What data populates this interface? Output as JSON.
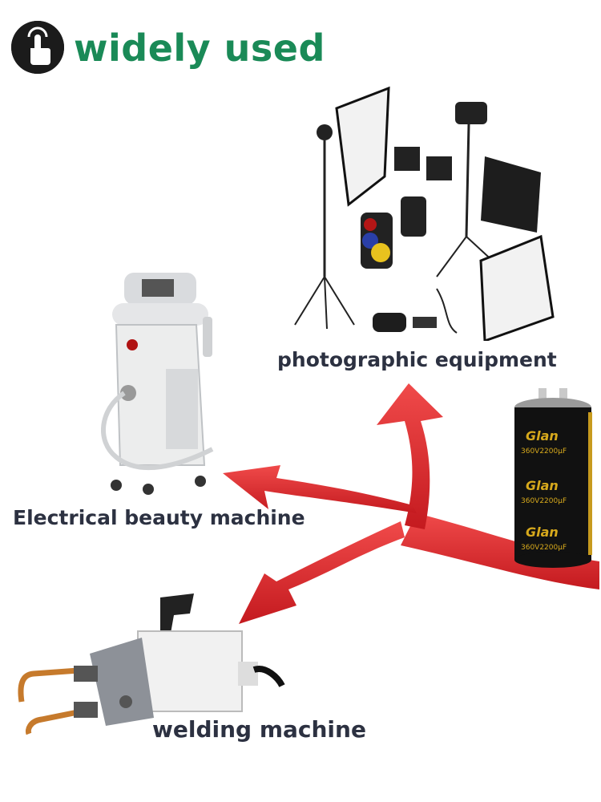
{
  "header": {
    "title": "widely used",
    "icon": "tap-hand-icon",
    "title_color": "#1a8a57"
  },
  "labels": {
    "photographic": "photographic equipment",
    "beauty": "Electrical beauty machine",
    "welding": "welding machine"
  },
  "capacitor": {
    "brand": "Glan",
    "rating": "360V2200μF"
  },
  "colors": {
    "arrow": "#e0262b",
    "caption": "#2c3141"
  }
}
